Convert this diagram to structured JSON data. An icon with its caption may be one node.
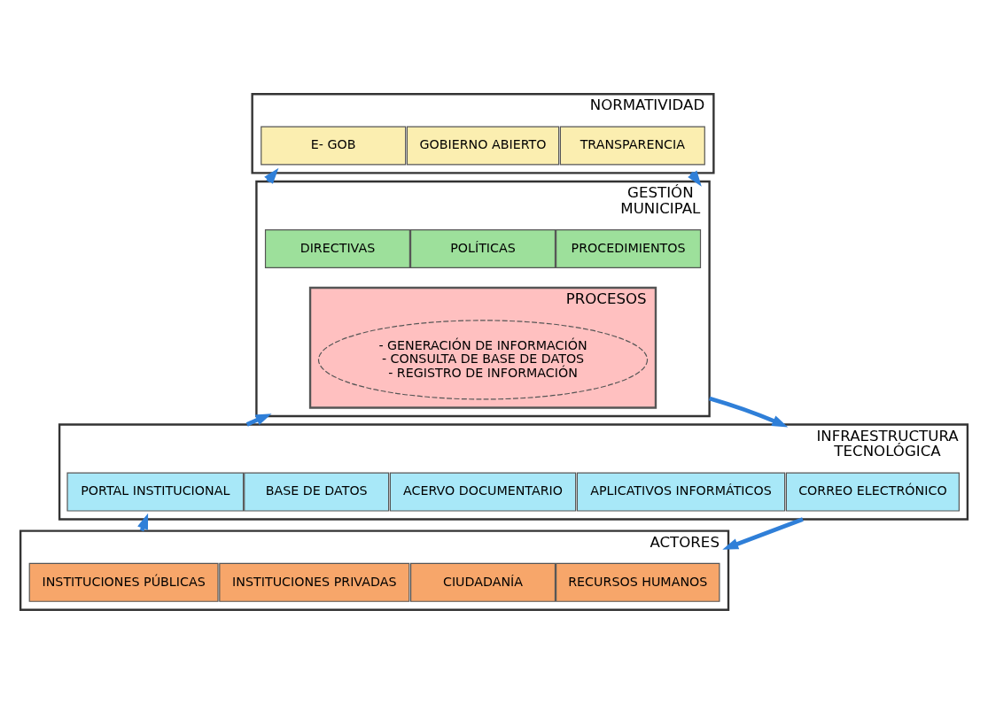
{
  "diagram": {
    "nodes": [
      {
        "text": [],
        "shape": "box",
        "beside": [
          "NORMATIVIDAD"
        ]
      },
      {
        "text": [
          "E- GOB"
        ],
        "in": 0
      },
      {
        "text": [
          "GOBIERNO ABIERTO"
        ],
        "in": 0
      },
      {
        "text": [
          "TRANSPARENCIA"
        ],
        "in": 0
      },
      {
        "text": [],
        "shape": "box",
        "beside": [
          "GESTIÓN MUNICIPAL"
        ]
      },
      {
        "text": [
          "DIRECTIVAS"
        ],
        "in": 4
      },
      {
        "text": [
          "POLÍTICAS"
        ],
        "in": 4
      },
      {
        "text": [
          "PROCEDIMIENTOS"
        ],
        "in": 4
      },
      {
        "text": [
          "PROCESOS"
        ],
        "in": 4
      },
      {
        "text": [
          "- GENERACIÓN DE INFORMACIÓN",
          "- CONSULTA DE BASE DE DATOS",
          "- REGISTRO DE INFORMACIÓN"
        ],
        "in": 8
      },
      {
        "text": [],
        "shape": "box",
        "beside": [
          "INFRAESTRUCTURA TECNOLÓGICA"
        ]
      },
      {
        "text": [
          "PORTAL INSTITUCIONAL"
        ],
        "in": 10
      },
      {
        "text": [
          "BASE DE DATOS"
        ],
        "in": 10
      },
      {
        "text": [
          "ACERVO DOCUMENTARIO"
        ],
        "in": 10
      },
      {
        "text": [
          "APLICATIVOS INFORMÁTICOS"
        ],
        "in": 10
      },
      {
        "text": [
          "CORREO ELECTRÓNICO"
        ],
        "in": 10
      },
      {
        "text": [],
        "shape": "box",
        "beside": [
          "ACTORES"
        ]
      },
      {
        "text": [
          "INSTITUCIONES PÚBLICAS"
        ],
        "in": 16
      },
      {
        "text": [
          "INSTITUCIONES PRIVADAS"
        ],
        "in": 16
      },
      {
        "text": [
          "CIUDADANÍA"
        ],
        "in": 16
      },
      {
        "text": [
          "RECURSOS HUMANOS"
        ],
        "in": 16
      }
    ],
    "edges": [
      {
        "from": 4,
        "to": 0,
        "arrow": "to"
      },
      {
        "from": 0,
        "to": 4,
        "arrow": "to"
      },
      {
        "from": 10,
        "to": 4,
        "arrow": "to"
      },
      {
        "from": 4,
        "to": 10,
        "arrow": "to"
      },
      {
        "from": 16,
        "to": 10,
        "arrow": "to"
      },
      {
        "from": 10,
        "to": 16,
        "arrow": "to"
      }
    ]
  }
}
